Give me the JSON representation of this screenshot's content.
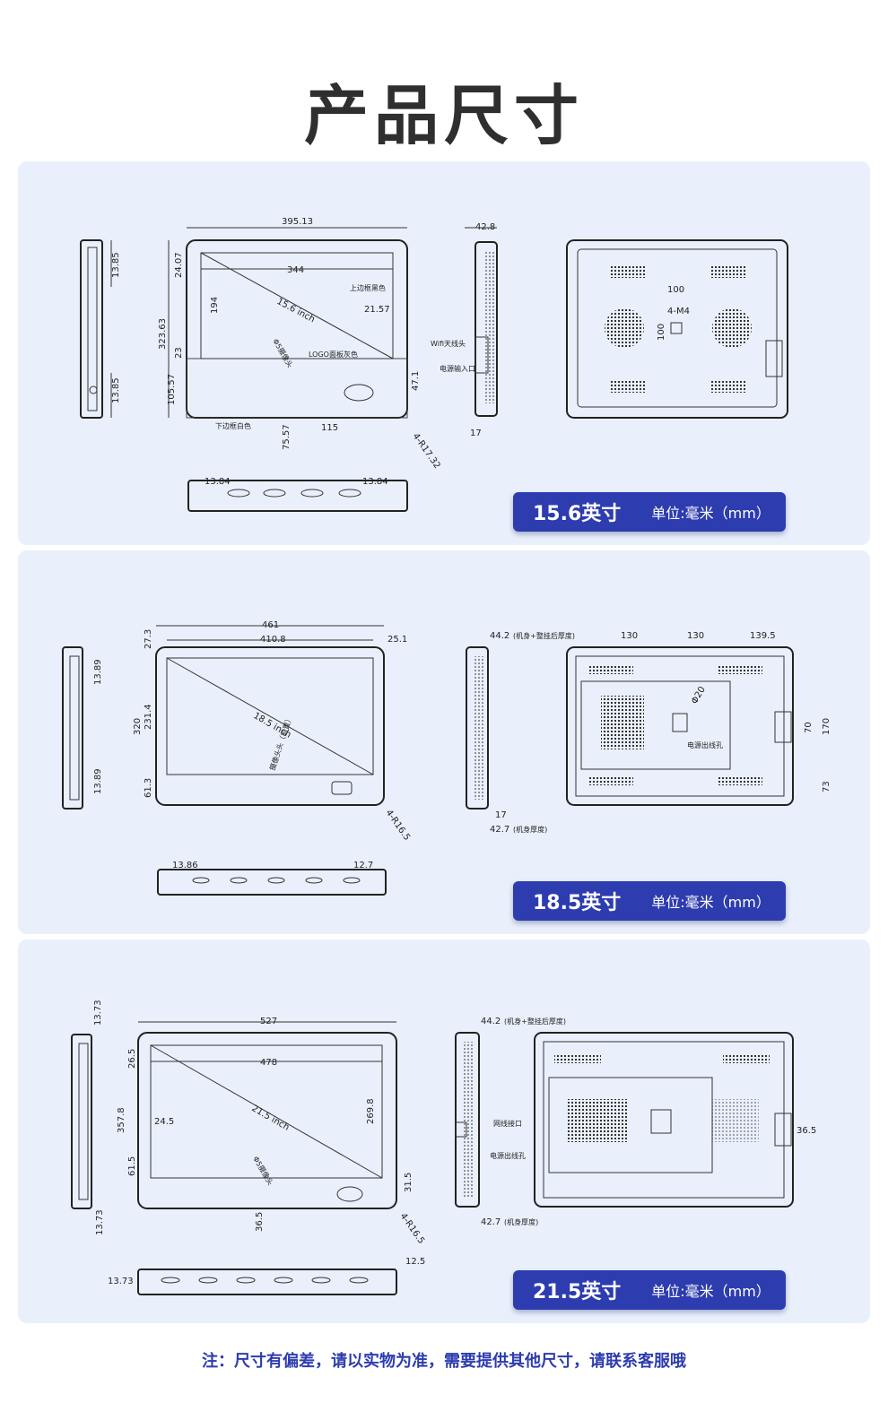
{
  "page": {
    "title": "产品尺寸",
    "note": "注：尺寸有偏差，请以实物为准，需要提供其他尺寸，请联系客服哦"
  },
  "panels": [
    {
      "size_label": "15.6英寸",
      "unit_label": "单位:毫米（mm）",
      "dims": {
        "overall_width": "395.13",
        "screen_width": "344",
        "height": "323.63",
        "top_border": "24.07",
        "screen_height": "194",
        "mid_border": "23",
        "bottom_section": "105.57",
        "diagonal": "15.6 inch",
        "right_inset": "21.57",
        "logo_offset": "75.57",
        "logo_width": "115",
        "nfc_offset": "47.1",
        "corner_radius": "4-R17.32",
        "side_top": "13.85",
        "side_bottom": "13.85",
        "depth": "42.8",
        "depth_bottom": "17",
        "vesa_h": "100",
        "vesa_v": "100",
        "vesa_screw": "4-M4",
        "bottom_left": "13.84",
        "bottom_right": "13.84"
      },
      "labels": {
        "top_frame": "上边框黑色",
        "logo_frame": "LOGO面板灰色",
        "bottom_frame": "下边框白色",
        "camera": "Φ5摄像头",
        "wifi": "Wifi天线头",
        "power": "电源输入口"
      }
    },
    {
      "size_label": "18.5英寸",
      "unit_label": "单位:毫米（mm）",
      "dims": {
        "overall_width": "461",
        "screen_width": "410.8",
        "side_border": "25.1",
        "top_border": "27.3",
        "height": "320",
        "screen_height": "231.4",
        "bottom_border": "61.3",
        "diagonal": "18.5 inch",
        "corner_radius": "4-R16.5",
        "side_top": "13.89",
        "side_bottom": "13.89",
        "depth": "44.2",
        "depth_note": "(机身+整挂后厚度)",
        "depth_mid": "17",
        "depth_body": "42.7",
        "depth_body_note": "(机身厚度)",
        "hole_1": "130",
        "hole_2": "130",
        "hole_3": "139.5",
        "hole_dia": "Φ20",
        "right_1": "70",
        "right_2": "170",
        "right_3": "73",
        "bottom_left": "13.86",
        "bottom_right": "12.7"
      },
      "labels": {
        "camera": "摄像头头（前置）",
        "hole": "电源出线孔"
      }
    },
    {
      "size_label": "21.5英寸",
      "unit_label": "单位:毫米（mm）",
      "dims": {
        "overall_width": "527",
        "screen_width": "478",
        "top_border": "26.5",
        "height": "357.8",
        "screen_height": "269.8",
        "side_border": "24.5",
        "bottom_border": "61.5",
        "diagonal": "21.5 inch",
        "nfc_offset": "31.5",
        "camera_offset": "36.5",
        "corner_radius": "4-R16.5",
        "side_top": "13.73",
        "side_bottom": "13.73",
        "depth": "44.2",
        "depth_note": "(机身+整挂后厚度)",
        "depth_body": "42.7",
        "depth_body_note": "(机身厚度)",
        "right_ext": "36.5",
        "bottom_left": "13.73",
        "bottom_right": "12.5"
      },
      "labels": {
        "camera": "Φ5摄像头",
        "port": "网线接口",
        "hole": "电源出线孔"
      }
    }
  ]
}
